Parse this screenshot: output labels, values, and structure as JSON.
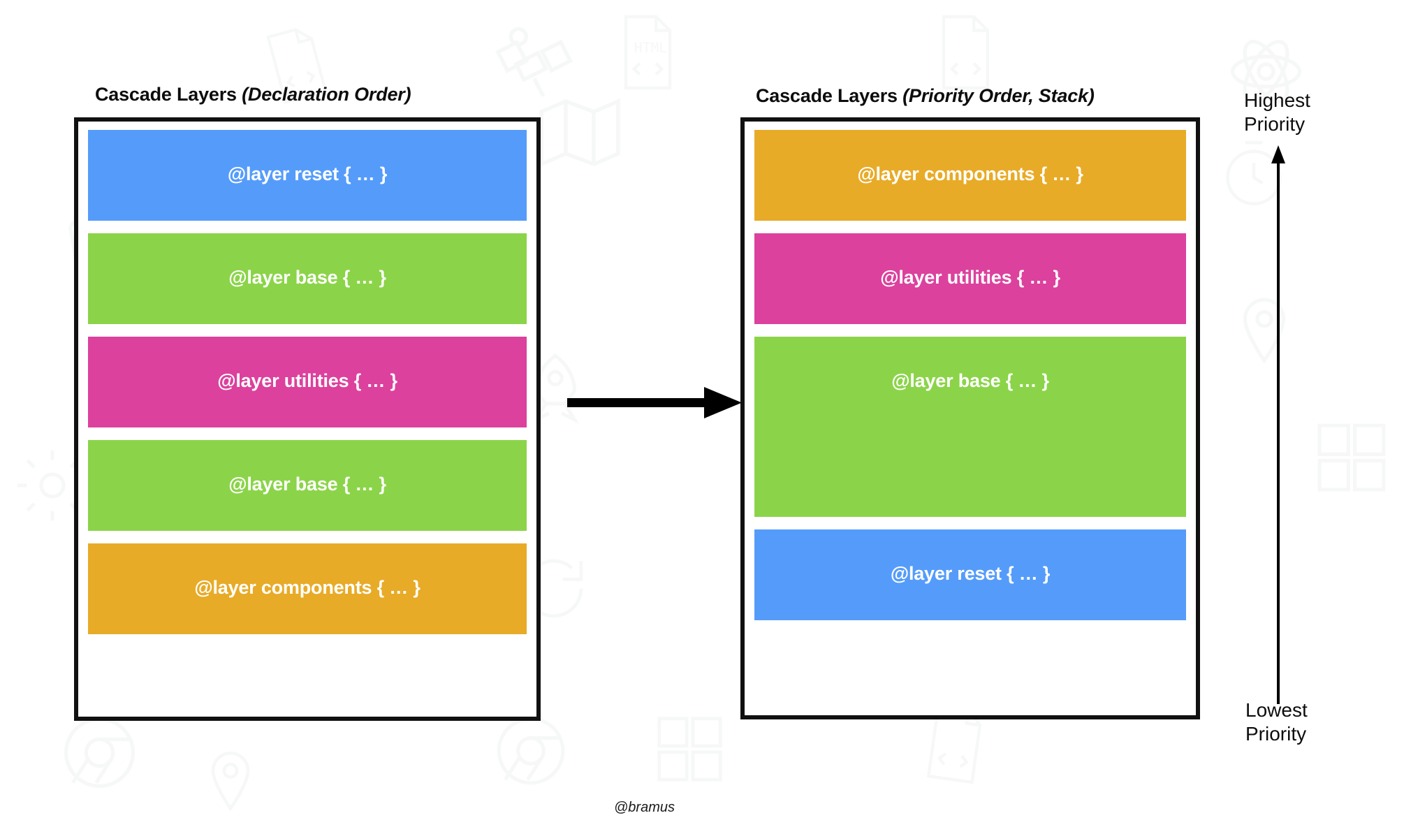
{
  "diagram": {
    "title_left_main": "Cascade Layers ",
    "title_left_italic": "(Declaration Order)",
    "title_right_main": "Cascade Layers ",
    "title_right_italic": "(Priority Order, Stack)",
    "credit": "@bramus",
    "background_color": "#ffffff",
    "panel_border_color": "#111111",
    "arrow_color": "#000000"
  },
  "colors": {
    "reset": "#559CFA",
    "base": "#8BD449",
    "utilities": "#DC419D",
    "components": "#E8AB28",
    "label_text": "#ffffff"
  },
  "left_panel": {
    "name": "declaration-order-panel",
    "layers": [
      {
        "label": "@layer reset { … }",
        "color": "#559CFA",
        "key": "reset"
      },
      {
        "label": "@layer base { … }",
        "color": "#8BD449",
        "key": "base"
      },
      {
        "label": "@layer utilities { … }",
        "color": "#DC419D",
        "key": "utilities"
      },
      {
        "label": "@layer base { … }",
        "color": "#8BD449",
        "key": "base"
      },
      {
        "label": "@layer components { … }",
        "color": "#E8AB28",
        "key": "components"
      }
    ]
  },
  "right_panel": {
    "name": "priority-order-panel",
    "layers": [
      {
        "label": "@layer components { … }",
        "color": "#E8AB28",
        "key": "components"
      },
      {
        "label": "@layer utilities { … }",
        "color": "#DC419D",
        "key": "utilities"
      },
      {
        "label": "@layer base { … }",
        "color": "#8BD449",
        "key": "base"
      },
      {
        "label": "@layer reset { … }",
        "color": "#559CFA",
        "key": "reset"
      }
    ]
  },
  "priority_axis": {
    "highest": "Highest\nPriority",
    "lowest": "Lowest\nPriority",
    "direction": "up"
  },
  "center_arrow": {
    "icon": "arrow-right-icon",
    "direction": "right"
  }
}
